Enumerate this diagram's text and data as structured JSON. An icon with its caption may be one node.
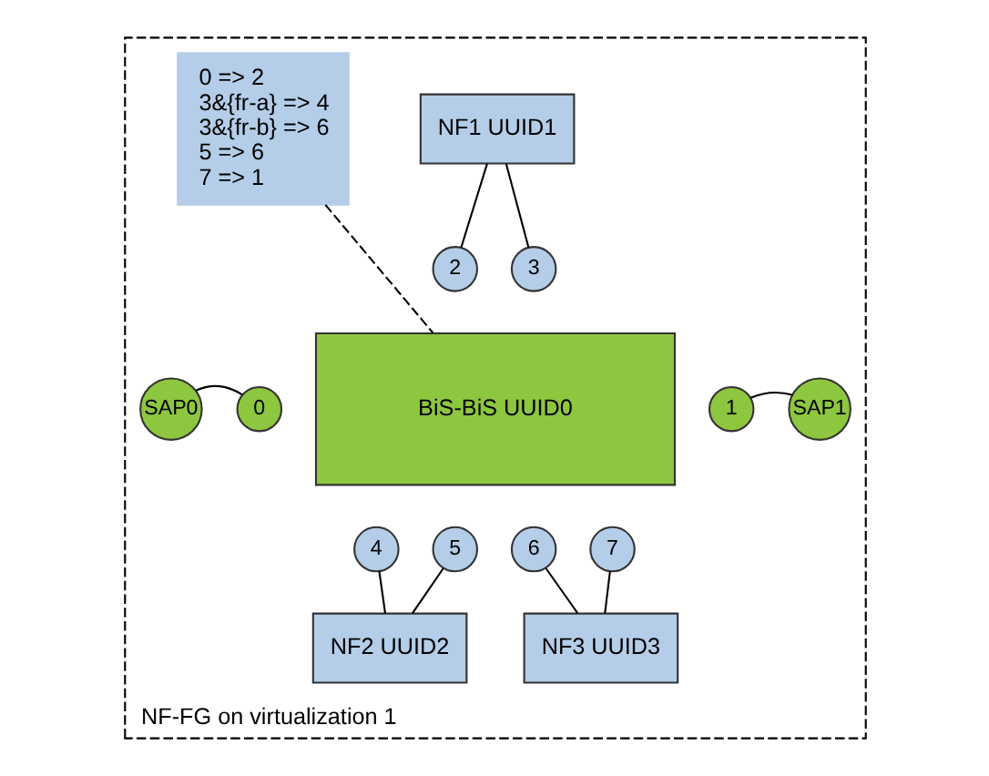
{
  "diagram": {
    "nodes": [
      {
        "text": [
          "NF-FG on virtualization 1"
        ]
      },
      {
        "text": [
          "NF1 UUID1"
        ],
        "in": 0
      },
      {
        "text": [
          "0 => 2",
          "3&{fr-a} => 4",
          "3&{fr-b} => 6",
          "5 => 6",
          "7 => 1"
        ],
        "in": 0
      },
      {
        "text": [
          "2"
        ],
        "in": 0
      },
      {
        "text": [
          "3"
        ],
        "in": 0
      },
      {
        "text": [
          "SAP0"
        ],
        "in": 0
      },
      {
        "text": [
          "0"
        ],
        "in": 0
      },
      {
        "text": [
          "BiS-BiS UUID0"
        ],
        "in": 0
      },
      {
        "text": [
          "1"
        ],
        "in": 0
      },
      {
        "text": [
          "SAP1"
        ],
        "in": 0
      },
      {
        "text": [
          "4"
        ],
        "in": 0
      },
      {
        "text": [
          "5"
        ],
        "in": 0
      },
      {
        "text": [
          "6"
        ],
        "in": 0
      },
      {
        "text": [
          "7"
        ],
        "in": 0
      },
      {
        "text": [
          "NF2 UUID2"
        ],
        "in": 0
      },
      {
        "text": [
          "NF3 UUID3"
        ],
        "in": 0
      }
    ],
    "edges": [
      {
        "from": 1,
        "to": 3,
        "arrow": "none"
      },
      {
        "from": 1,
        "to": 4,
        "arrow": "none"
      },
      {
        "from": 2,
        "to": 7,
        "arrow": "none",
        "style": "dashed"
      },
      {
        "from": 5,
        "to": 6,
        "arrow": "none"
      },
      {
        "from": 8,
        "to": 9,
        "arrow": "none"
      },
      {
        "from": 10,
        "to": 14,
        "arrow": "none"
      },
      {
        "from": 11,
        "to": 14,
        "arrow": "none"
      },
      {
        "from": 12,
        "to": 15,
        "arrow": "none"
      },
      {
        "from": 13,
        "to": 15,
        "arrow": "none"
      }
    ]
  }
}
